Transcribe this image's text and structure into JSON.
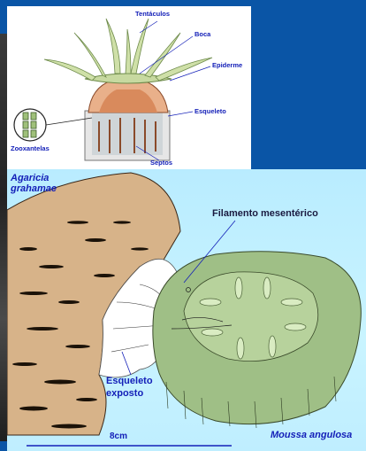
{
  "top_diagram": {
    "labels": {
      "tentaculos": "Tentáculos",
      "boca": "Boca",
      "epiderme": "Epiderme",
      "esqueleto": "Esqueleto",
      "zooxantelas": "Zooxantelas",
      "septos": "Septos"
    }
  },
  "bottom_diagram": {
    "species_left": [
      "Agaricia",
      "grahamae"
    ],
    "filament_label": "Filamento mesentérico",
    "exposed_label": [
      "Esqueleto",
      "exposto"
    ],
    "scale_label": "8cm",
    "species_right": "Moussa angulosa"
  },
  "colors": {
    "background": "#0a55a6",
    "label_blue": "#1420b8",
    "coral_green": "#9fbf86",
    "polyp_peach": "#e9b08a"
  }
}
